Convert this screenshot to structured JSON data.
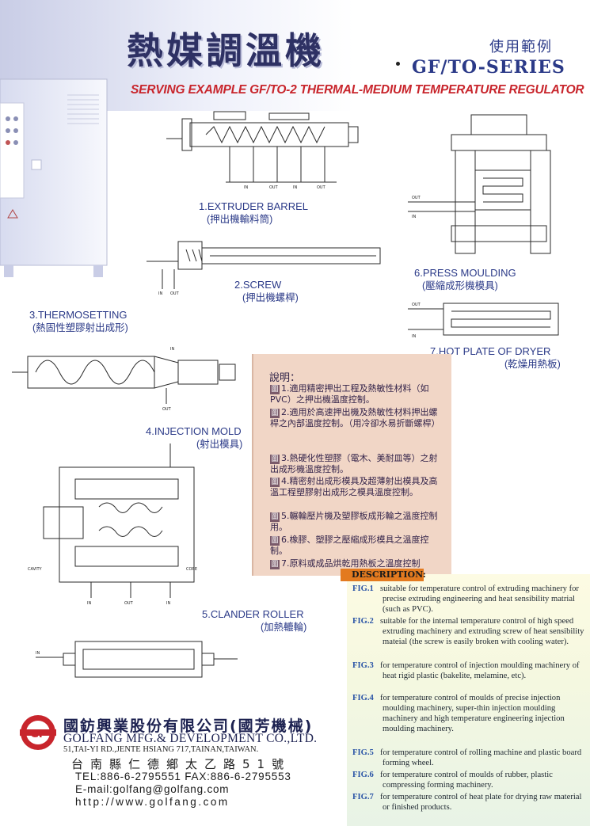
{
  "header": {
    "main_title": "熱媒調溫機",
    "usage_label": "使用範例",
    "series": "GF/TO-SERIES",
    "subtitle": "SERVING EXAMPLE GF/TO-2 THERMAL-MEDIUM TEMPERATURE REGULATOR"
  },
  "figures": [
    {
      "label": "1.EXTRUDER BARREL",
      "label_zh": "(押出機輸料筒)"
    },
    {
      "label": "2.SCREW",
      "label_zh": "(押出機螺桿)"
    },
    {
      "label": "3.THERMOSETTING",
      "label_zh": "(熱固性塑膠射出成形)"
    },
    {
      "label": "4.INJECTION MOLD",
      "label_zh": "(射出模具)"
    },
    {
      "label": "5.CLANDER ROLLER",
      "label_zh": "(加熱轆輪)"
    },
    {
      "label": "6.PRESS MOULDING",
      "label_zh": "(壓縮成形機模具)"
    },
    {
      "label": "7.HOT PLATE OF DRYER",
      "label_zh": "(乾燥用熱板)"
    }
  ],
  "diagram_labels": {
    "in": "IN",
    "out": "OUT",
    "cavity": "CAVITY",
    "core": "CORE"
  },
  "notes": {
    "heading": "說明：",
    "items": [
      {
        "mark": "圖",
        "text": "1.適用精密押出工程及熱敏性材料（如PVC）之押出機溫度控制。"
      },
      {
        "mark": "圖",
        "text": "2.適用於高速押出機及熱敏性材料押出螺桿之內部溫度控制。（用冷卻水易折斷螺桿）"
      },
      {
        "mark": "圖",
        "text": "3.熱硬化性塑膠（電木、美耐皿等）之射出成形機溫度控制。"
      },
      {
        "mark": "圖",
        "text": "4.精密射出成形模具及超薄射出模具及高溫工程塑膠射出成形之模具溫度控制。"
      },
      {
        "mark": "圖",
        "text": "5.輾輪壓片機及塑膠板成形輪之溫度控制用。"
      },
      {
        "mark": "圖",
        "text": "6.橡膠、塑膠之壓縮成形模具之溫度控制。"
      },
      {
        "mark": "圖",
        "text": "7.原料或成品烘乾用熱板之溫度控制"
      }
    ]
  },
  "description": {
    "title": "DESCRIPTION:",
    "items": [
      {
        "fig": "FIG.1",
        "text": "suitable for temperature control of extruding machinery for precise extruding engineering and heat sensibility matrial (such as PVC)."
      },
      {
        "fig": "FIG.2",
        "text": "suitable for the internal temperature control of high speed extruding machinery and extruding screw of heat sensibility mateial (the screw is easily broken with cooling water)."
      },
      {
        "fig": "FIG.3",
        "text": "for temperature control of injection moulding machinery of heat rigid plastic (bakelite, melamine, etc)."
      },
      {
        "fig": "FIG.4",
        "text": "for temperature control of moulds of precise injection moulding machinery, super-thin injection moulding machinery and high temperature engineering injection moulding machinery."
      },
      {
        "fig": "FIG.5",
        "text": "for temperature control of rolling machine and plastic board forming wheel."
      },
      {
        "fig": "FIG.6",
        "text": "for temperature control of moulds of rubber, plastic compressing forming machinery."
      },
      {
        "fig": "FIG.7",
        "text": "for temperature control of heat plate for drying raw material or finished products."
      }
    ]
  },
  "company": {
    "name_zh": "國鈁興業股份有限公司(國芳機械)",
    "name_en": "GOLFANG MFG.& DEVELOPMENT CO.,LTD.",
    "address_en": "51,TAI-YI RD.,JENTE HSIANG 717,TAINAN,TAIWAN.",
    "address_zh": "台南縣仁德鄉太乙路51號",
    "tel_fax": "TEL:886-6-2795551  FAX:886-6-2795553",
    "email": "E-mail:golfang@golfang.com",
    "web": "http://www.golfang.com",
    "logo_letters": "GF"
  },
  "colors": {
    "title_red": "#c8252c",
    "navy": "#2b3a88",
    "notes_bg": "#f1d6c6",
    "desc_tab": "#e37a1f"
  }
}
